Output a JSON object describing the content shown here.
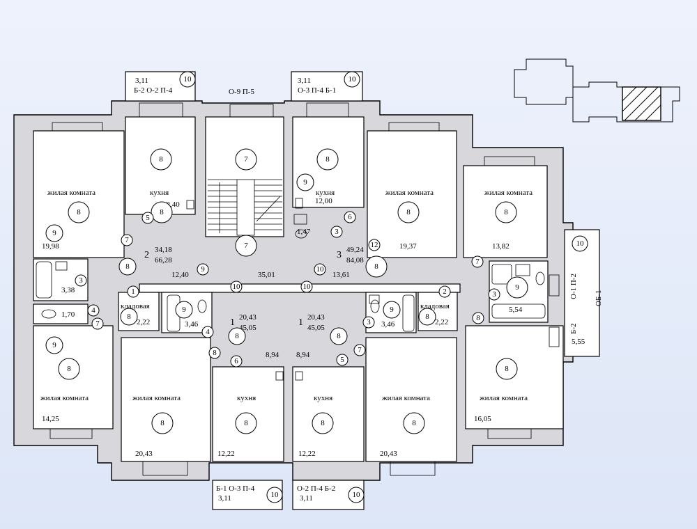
{
  "labels": {
    "living": "жилая комната",
    "kitchen": "кухня",
    "storage": "кладовая"
  },
  "balconies": [
    {
      "area": "3,11",
      "code": "Б-2 О-2 П-4",
      "mark": "10"
    },
    {
      "area": "3,11",
      "code": "О-3 П-4 Б-1",
      "mark": "10"
    },
    {
      "area": "3,11",
      "code": "Б-1 О-3 П-4",
      "mark": "10"
    },
    {
      "area": "3,11",
      "code": "О-2 П-4 Б-2",
      "mark": "10"
    }
  ],
  "stair_code": "О-9 П-5",
  "rooms": {
    "tl_living_area": "19,98",
    "tl_kitchen_area": "12,40",
    "tr_kitchen_area": "12,00",
    "tr_living1_area": "19,37",
    "tr_living2_area": "13,82",
    "left_bath_area": "3,38",
    "left_wc_area": "1,70",
    "bl_living_area": "14,25",
    "bc_living_left_area": "20,43",
    "bc_kitchen_left_area": "12,22",
    "bc_kitchen_right_area": "12,22",
    "bc_living_right_area": "20,43",
    "br_living_area": "16,05",
    "tr_wc_area": "1,47",
    "right_bath_area": "5,54",
    "right_balcony_area": "5,55",
    "hall_left_area": "12,40",
    "hall_center_area": "35,01",
    "hall_right_area": "13,61",
    "bath_left_area": "3,46",
    "bath_right_area": "3,46",
    "storage_left_area": "2,22",
    "storage_right_area": "2,22",
    "corr_left_area": "8,94",
    "corr_right_area": "8,94"
  },
  "apartments": {
    "a2": {
      "rooms": "2",
      "living": "34,18",
      "total": "66,28"
    },
    "a3": {
      "rooms": "3",
      "living": "49,24",
      "total": "84,08"
    },
    "a1l": {
      "rooms": "1",
      "living": "20,43",
      "total": "45,05"
    },
    "a1r": {
      "rooms": "1",
      "living": "20,43",
      "total": "45,05"
    }
  },
  "right_codes": {
    "v1": "О-1 П-2",
    "v2": "Б-2",
    "v3": "ОБ-1"
  },
  "marks": [
    "1",
    "2",
    "3",
    "4",
    "5",
    "6",
    "7",
    "8",
    "9",
    "10",
    "12"
  ]
}
